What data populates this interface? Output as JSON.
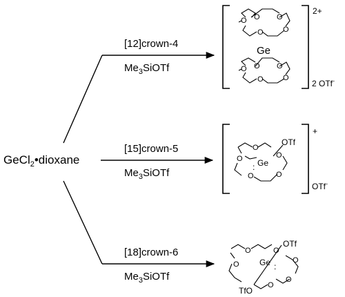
{
  "reactant": {
    "main": "GeCl",
    "sub": "2",
    "rest": "•dioxane"
  },
  "routes": [
    {
      "crown": "[12]crown-4",
      "reagent": {
        "pre": "Me",
        "sub": "3",
        "post": "SiOTf"
      }
    },
    {
      "crown": "[15]crown-5",
      "reagent": {
        "pre": "Me",
        "sub": "3",
        "post": "SiOTf"
      }
    },
    {
      "crown": "[18]crown-6",
      "reagent": {
        "pre": "Me",
        "sub": "3",
        "post": "SiOTf"
      }
    }
  ],
  "products": {
    "top": {
      "charge": "2+",
      "metal": "Ge",
      "counterion": {
        "pre": "2 OTf",
        "sup": "-"
      }
    },
    "middle": {
      "charge": "+",
      "metal": "Ge",
      "apical": "OTf",
      "counterion": {
        "pre": "OTf",
        "sup": "-"
      }
    },
    "bottom": {
      "metal": "Ge",
      "apical_top": "OTf",
      "apical_bottom": "TfO"
    }
  },
  "atom_label": "O",
  "lone_pair": ":"
}
